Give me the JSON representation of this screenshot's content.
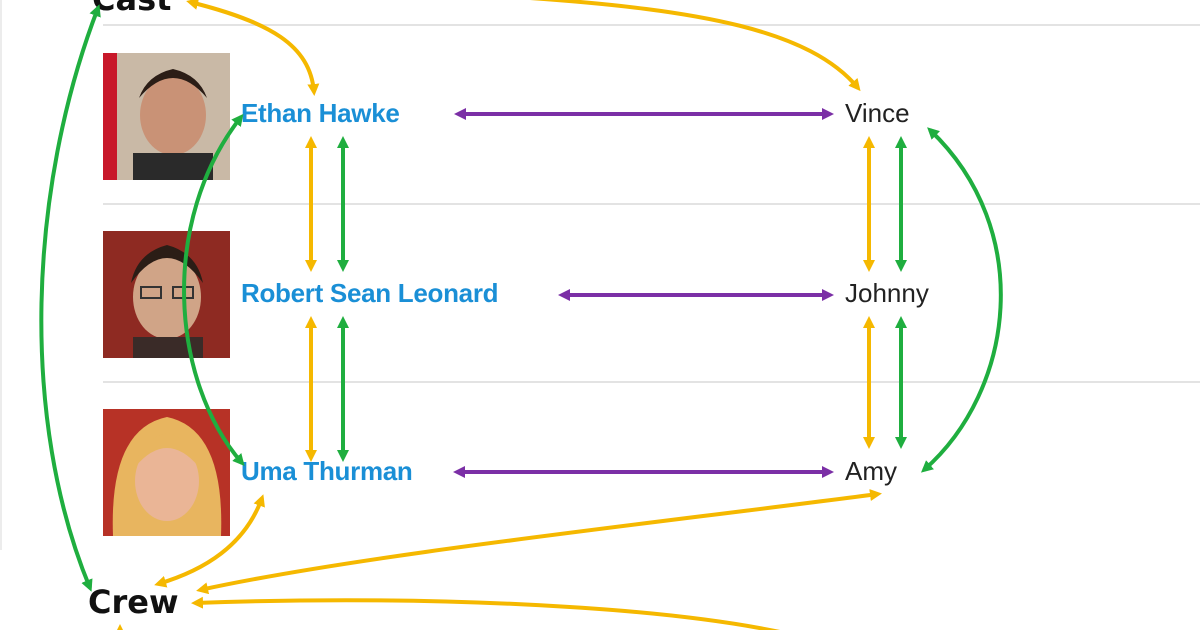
{
  "sections": {
    "cast": "Cast",
    "crew": "Crew"
  },
  "cast": [
    {
      "actor": "Ethan Hawke",
      "role": "Vince"
    },
    {
      "actor": "Robert Sean Leonard",
      "role": "Johnny"
    },
    {
      "actor": "Uma Thurman",
      "role": "Amy"
    }
  ],
  "colors": {
    "link": "#1a8fd6",
    "arrow_orange": "#f5b800",
    "arrow_green": "#1fae3f",
    "arrow_purple": "#7b2fa6"
  }
}
